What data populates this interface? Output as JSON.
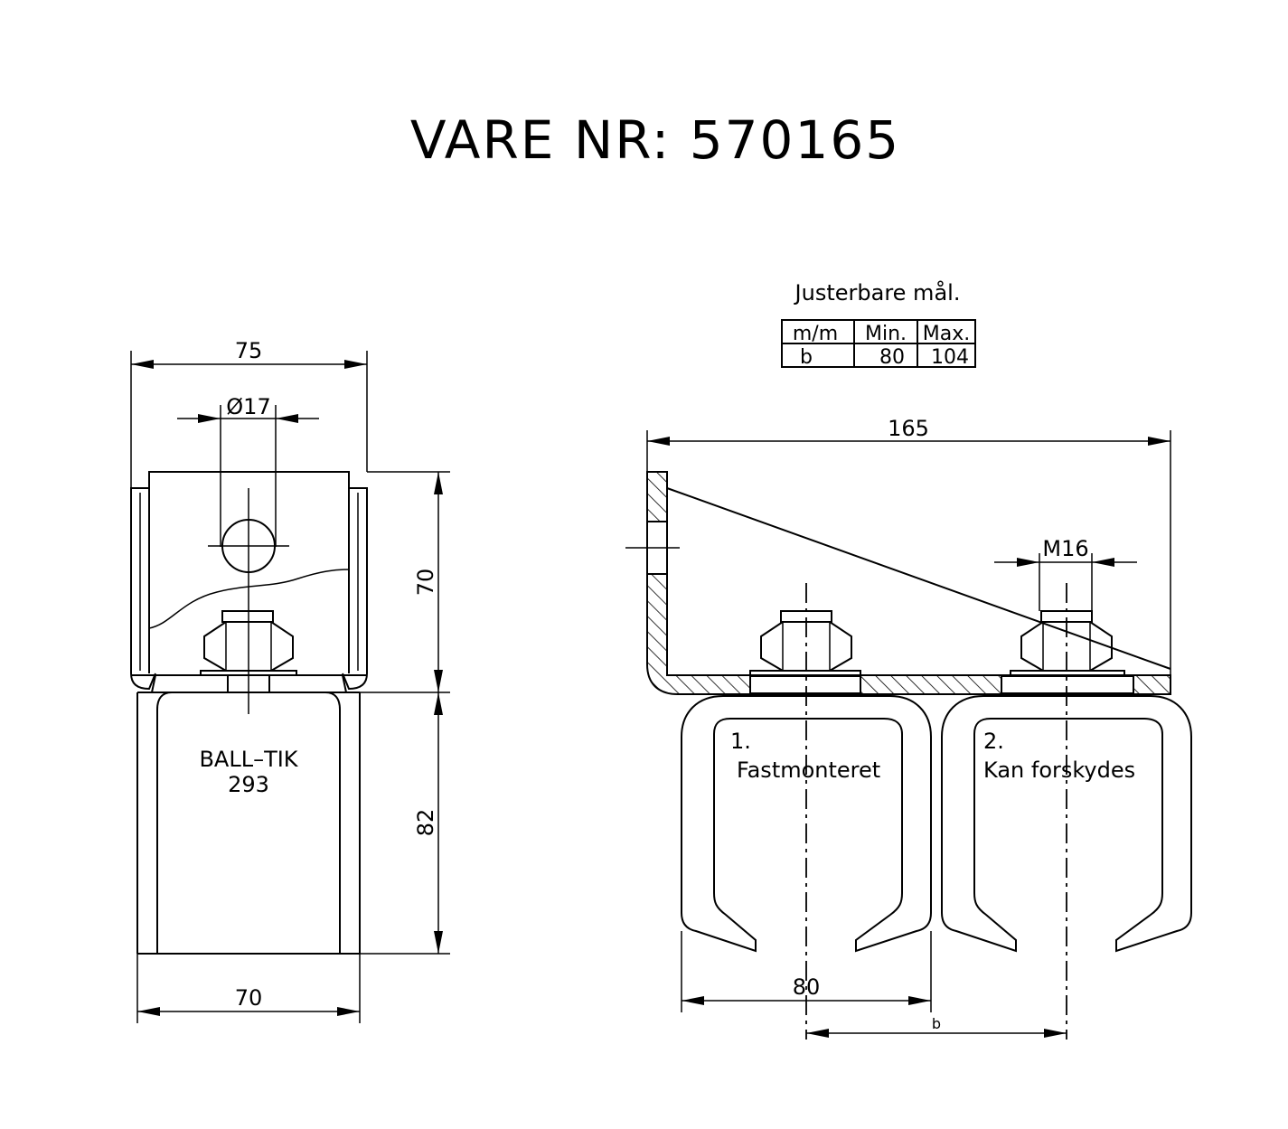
{
  "title": "VARE  NR:  570165",
  "adjustable_table": {
    "caption": "Justerbare  mål.",
    "headers": [
      "m/m",
      "Min.",
      "Max."
    ],
    "rows": [
      [
        "b",
        "80",
        "104"
      ]
    ]
  },
  "left_view": {
    "dim_top_width": "75",
    "dim_hole": "Ø17",
    "dim_height_upper": "70",
    "dim_height_lower": "82",
    "dim_bottom_width": "70",
    "label_line1": "BALL–TIK",
    "label_line2": "293"
  },
  "right_view": {
    "dim_length": "165",
    "dim_bolt": "M16",
    "dim_width": "80",
    "dim_b": "b",
    "trolley1_num": "1.",
    "trolley1_label": "Fastmonteret",
    "trolley2_num": "2.",
    "trolley2_label": "Kan  forskydes"
  }
}
